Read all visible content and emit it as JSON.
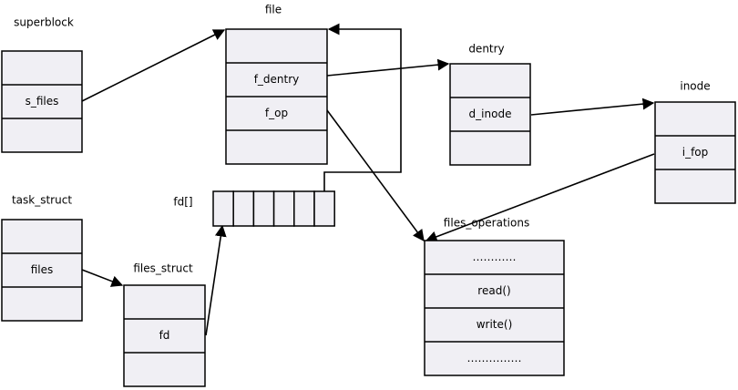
{
  "structs": {
    "superblock": {
      "title": "superblock",
      "fields": [
        "",
        "s_files",
        ""
      ]
    },
    "file": {
      "title": "file",
      "fields": [
        "",
        "f_dentry",
        "f_op",
        ""
      ]
    },
    "dentry": {
      "title": "dentry",
      "fields": [
        "",
        "d_inode",
        ""
      ]
    },
    "inode": {
      "title": "inode",
      "fields": [
        "",
        "i_fop",
        ""
      ]
    },
    "task_struct": {
      "title": "task_struct",
      "fields": [
        "",
        "files",
        ""
      ]
    },
    "files_struct": {
      "title": "files_struct",
      "fields": [
        "",
        "fd",
        ""
      ]
    },
    "fd_array": {
      "title": "fd[]",
      "cells": 6
    },
    "files_operations": {
      "title": "files_operations",
      "fields": [
        "…………",
        "read()",
        "write()",
        "……………"
      ]
    }
  },
  "colors": {
    "box_fill": "#f0eff4",
    "stroke": "#000000",
    "background": "#ffffff"
  },
  "relations": [
    {
      "from": "superblock.s_files",
      "to": "file"
    },
    {
      "from": "file.f_dentry",
      "to": "dentry"
    },
    {
      "from": "dentry.d_inode",
      "to": "inode"
    },
    {
      "from": "file.f_op",
      "to": "files_operations"
    },
    {
      "from": "inode.i_fop",
      "to": "files_operations"
    },
    {
      "from": "task_struct.files",
      "to": "files_struct"
    },
    {
      "from": "files_struct.fd",
      "to": "fd_array"
    },
    {
      "from": "fd_array",
      "to": "file"
    }
  ]
}
